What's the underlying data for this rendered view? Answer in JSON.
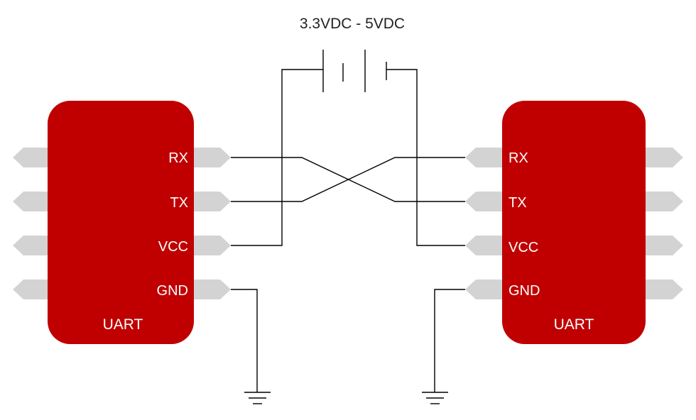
{
  "supply_label": "3.3VDC - 5VDC",
  "colors": {
    "chip": "#c00000",
    "pin": "#d3d3d3",
    "wire": "#000000"
  },
  "left_uart": {
    "title": "UART",
    "pins": [
      "RX",
      "TX",
      "VCC",
      "GND"
    ]
  },
  "right_uart": {
    "title": "UART",
    "pins": [
      "RX",
      "TX",
      "VCC",
      "GND"
    ]
  }
}
